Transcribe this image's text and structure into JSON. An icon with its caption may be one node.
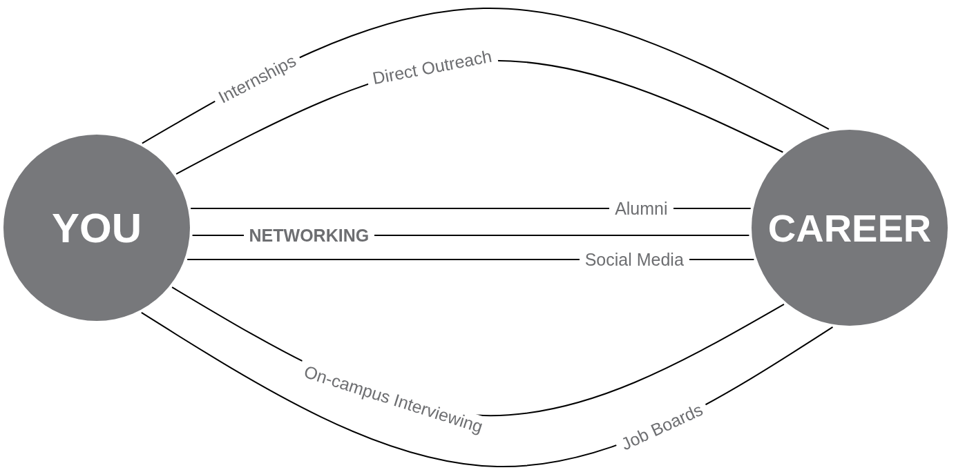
{
  "diagram": {
    "nodes": [
      {
        "text": [
          "YOU"
        ]
      },
      {
        "text": [
          "CAREER"
        ]
      }
    ],
    "edges": [
      {
        "from": 0,
        "to": 1,
        "arrow": "none",
        "label": "Internships"
      },
      {
        "from": 0,
        "to": 1,
        "arrow": "none",
        "label": "Direct Outreach"
      },
      {
        "from": 0,
        "to": 1,
        "arrow": "none",
        "label": "Alumni"
      },
      {
        "from": 0,
        "to": 1,
        "arrow": "none",
        "label": "NETWORKING"
      },
      {
        "from": 0,
        "to": 1,
        "arrow": "none",
        "label": "Social Media"
      },
      {
        "from": 0,
        "to": 1,
        "arrow": "none",
        "label": "On-campus Interviewing"
      },
      {
        "from": 0,
        "to": 1,
        "arrow": "none",
        "label": "Job Boards"
      }
    ]
  }
}
